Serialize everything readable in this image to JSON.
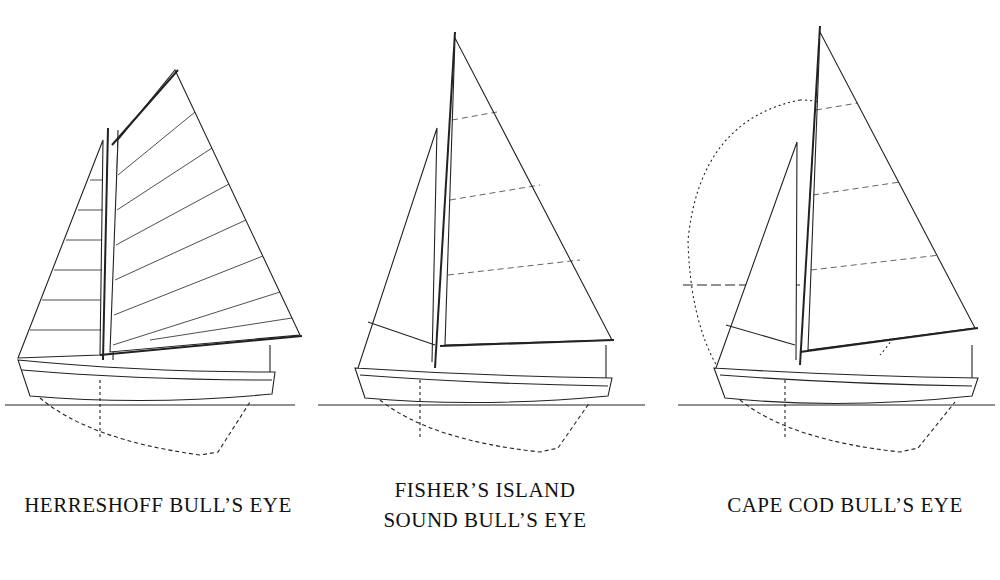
{
  "diagram": {
    "labels": [
      "HERRESHOFF BULL’S EYE",
      "FISHER’S ISLAND SOUND BULL’S EYE",
      "CAPE COD BULL’S EYE"
    ]
  }
}
